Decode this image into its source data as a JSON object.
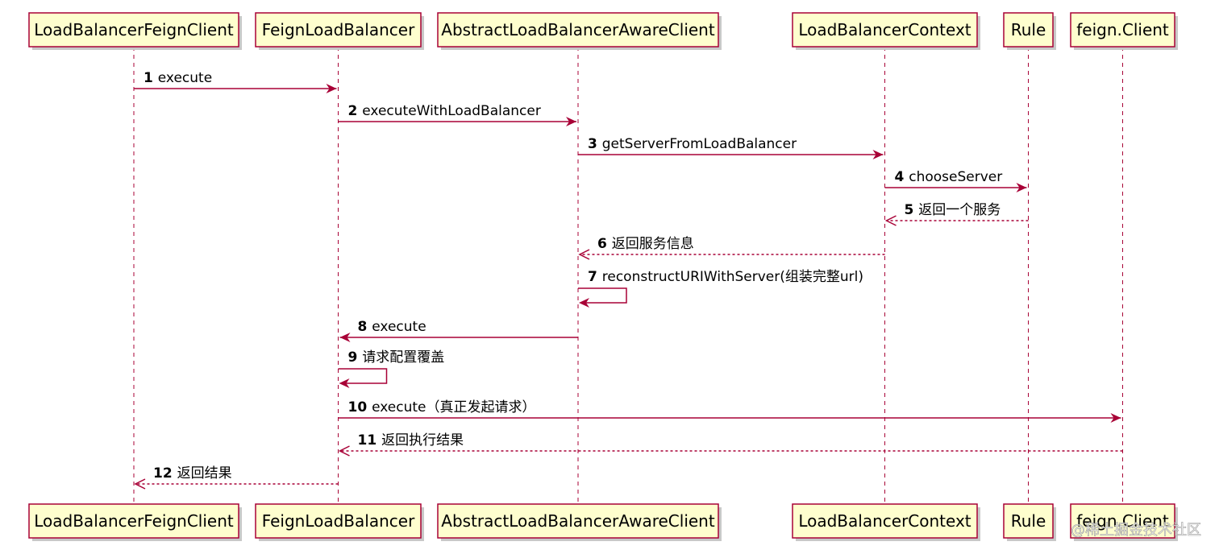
{
  "colors": {
    "participant_fill": "#FEFECE",
    "participant_border": "#A80036",
    "line": "#A80036",
    "text": "#000000",
    "background": "#FFFFFF"
  },
  "participants": [
    {
      "id": "lbfc",
      "label": "LoadBalancerFeignClient"
    },
    {
      "id": "flb",
      "label": "FeignLoadBalancer"
    },
    {
      "id": "albac",
      "label": "AbstractLoadBalancerAwareClient"
    },
    {
      "id": "lbc",
      "label": "LoadBalancerContext"
    },
    {
      "id": "rule",
      "label": "Rule"
    },
    {
      "id": "fc",
      "label": "feign.Client"
    }
  ],
  "messages": [
    {
      "num": "1",
      "text": "execute",
      "from": "lbfc",
      "to": "flb",
      "style": "solid"
    },
    {
      "num": "2",
      "text": "executeWithLoadBalancer",
      "from": "flb",
      "to": "albac",
      "style": "solid"
    },
    {
      "num": "3",
      "text": "getServerFromLoadBalancer",
      "from": "albac",
      "to": "lbc",
      "style": "solid"
    },
    {
      "num": "4",
      "text": "chooseServer",
      "from": "lbc",
      "to": "rule",
      "style": "solid"
    },
    {
      "num": "5",
      "text": "返回一个服务",
      "from": "rule",
      "to": "lbc",
      "style": "dashed"
    },
    {
      "num": "6",
      "text": "返回服务信息",
      "from": "lbc",
      "to": "albac",
      "style": "dashed"
    },
    {
      "num": "7",
      "text": "reconstructURIWithServer(组装完整url)",
      "from": "albac",
      "to": "albac",
      "style": "self"
    },
    {
      "num": "8",
      "text": "execute",
      "from": "albac",
      "to": "flb",
      "style": "solid"
    },
    {
      "num": "9",
      "text": "请求配置覆盖",
      "from": "flb",
      "to": "flb",
      "style": "self"
    },
    {
      "num": "10",
      "text": "execute（真正发起请求）",
      "from": "flb",
      "to": "fc",
      "style": "solid"
    },
    {
      "num": "11",
      "text": "返回执行结果",
      "from": "fc",
      "to": "flb",
      "style": "dashed"
    },
    {
      "num": "12",
      "text": "返回结果",
      "from": "flb",
      "to": "lbfc",
      "style": "dashed"
    }
  ],
  "watermark": "@稀土掘金技术社区"
}
